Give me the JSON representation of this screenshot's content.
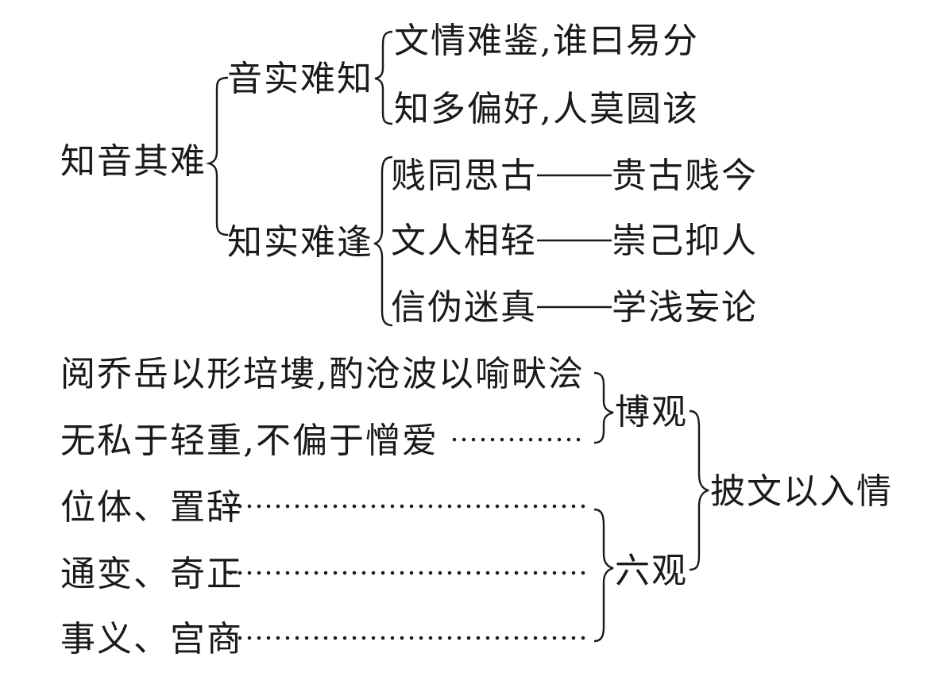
{
  "top_tree": {
    "root": "知音其难",
    "branch_1": {
      "label": "音实难知",
      "items": [
        "文情难鉴,谁曰易分",
        "知多偏好,人莫圆该"
      ]
    },
    "branch_2": {
      "label": "知实难逢",
      "rows": [
        {
          "left": "贱同思古",
          "dash": "——",
          "right": "贵古贱今"
        },
        {
          "left": "文人相轻",
          "dash": "——",
          "right": "崇己抑人"
        },
        {
          "left": "信伪迷真",
          "dash": "——",
          "right": "学浅妄论"
        }
      ]
    }
  },
  "bottom_tree": {
    "lines": [
      "阅乔岳以形培塿,酌沧波以喻畎浍",
      "无私于轻重,不偏于憎爱",
      "位体、置辞",
      "通变、奇正",
      "事义、宫商"
    ],
    "group_1": "博观",
    "group_2": "六观",
    "result": "披文以入情"
  }
}
